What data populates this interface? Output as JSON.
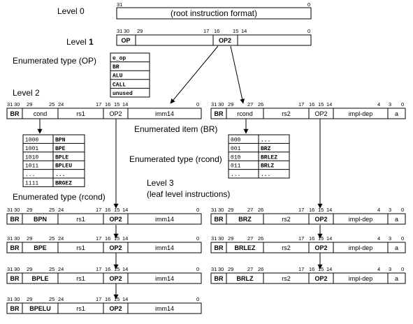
{
  "levels": {
    "level0": "Level 0",
    "level1": "Level ",
    "level1_num": "1",
    "level2": "Level 2",
    "level3": "Level 3",
    "level3_sub": "(leaf level instructions)"
  },
  "root": {
    "text": "(root instruction format)",
    "bit_hi": "31",
    "bit_lo": "0"
  },
  "level1_format": {
    "bits": [
      "31",
      "30",
      "29",
      "17",
      "16",
      "15",
      "14",
      "0"
    ],
    "fields": [
      "OP",
      "OP2"
    ]
  },
  "enum_op": {
    "title": "Enumerated type (OP)",
    "items": [
      "e_op",
      "BR",
      "ALU",
      "CALL",
      "unused"
    ]
  },
  "enum_br": {
    "title": "Enumerated type (rcond)",
    "rows": [
      [
        "1000",
        "BPN"
      ],
      [
        "1001",
        "BPE"
      ],
      [
        "1010",
        "BPLE"
      ],
      [
        "1011",
        "BPLEU"
      ],
      [
        "...",
        "..."
      ],
      [
        "1111",
        "BRGEZ"
      ]
    ]
  },
  "enum_item_br": "Enumerated item (BR)",
  "enum_rcond": {
    "title": "Enumerated type (rcond)",
    "rows": [
      [
        "000",
        "..."
      ],
      [
        "001",
        "BRZ"
      ],
      [
        "010",
        "BRLEZ"
      ],
      [
        "011",
        "BRLZ"
      ],
      [
        "...",
        "..."
      ]
    ]
  },
  "left_format": {
    "bits": [
      "31",
      "30",
      "29",
      "25",
      "24",
      "17",
      "16",
      "15",
      "14",
      "0"
    ],
    "fields": [
      "BR",
      "cond",
      "rs1",
      "OP2",
      "imm14"
    ]
  },
  "right_format": {
    "bits": [
      "31",
      "30",
      "29",
      "27",
      "26",
      "17",
      "16",
      "15",
      "14",
      "4",
      "3",
      "0"
    ],
    "fields": [
      "BR",
      "rcond",
      "rs2",
      "OP2",
      "impl-dep",
      "a"
    ]
  },
  "leaf_left": [
    "BPN",
    "BPE",
    "BPLE",
    "BPELU"
  ],
  "leaf_right": [
    "BRZ",
    "BRLEZ",
    "BRLZ"
  ]
}
